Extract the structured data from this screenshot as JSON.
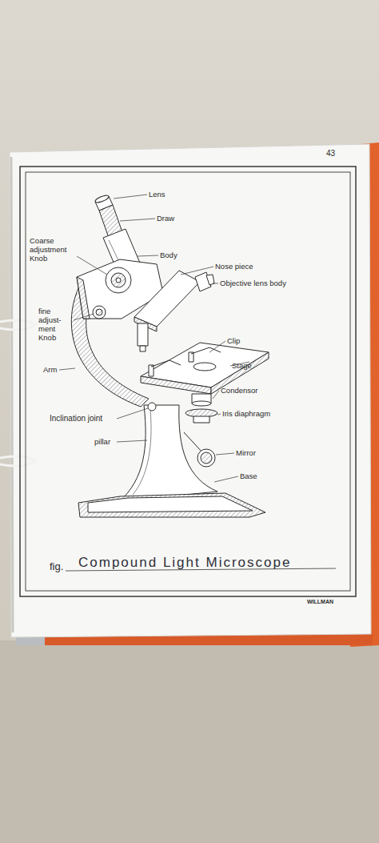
{
  "diagram": {
    "caption": "Compound Light Microscope",
    "labels": [
      "43",
      "Lens",
      "Draw",
      "Coarse adjustment Knob",
      "Body",
      "Nose piece",
      "Objective lens body",
      "fine adjust- ment Knob",
      "Clip",
      "Arm",
      "Stage",
      "Condensor",
      "Iris diaphragm",
      "Inclination joint",
      "pillar",
      "Mirror",
      "Base",
      "fig.",
      "WILLMAN"
    ]
  }
}
